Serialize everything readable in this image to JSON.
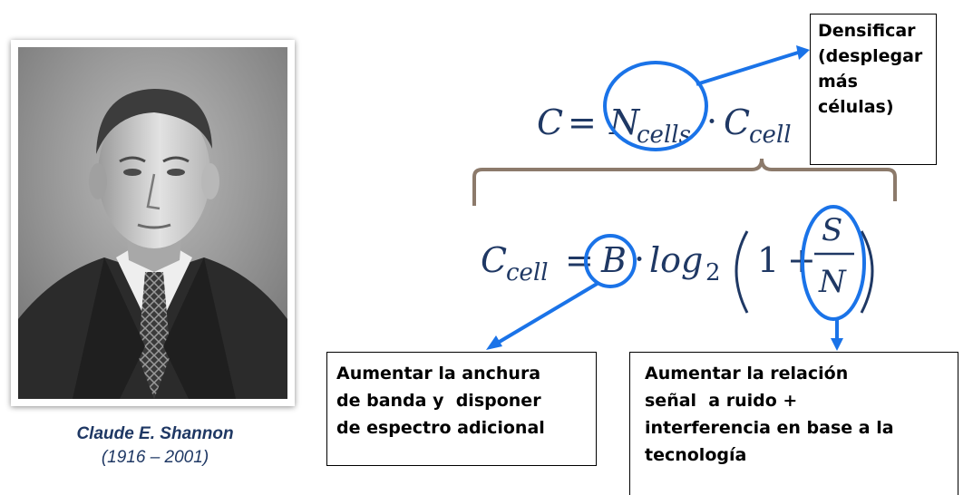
{
  "photo": {
    "caption_name": "Claude E. Shannon",
    "caption_years": "(1916 – 2001)"
  },
  "formula_top": {
    "lhs": "C",
    "equals": "=",
    "n": "N",
    "n_sub": "cells",
    "dot": "·",
    "c": "C",
    "c_sub": "cell"
  },
  "formula_bottom": {
    "c": "C",
    "c_sub": "cell",
    "equals": "=",
    "b": "B",
    "dot": "·",
    "log": "log",
    "log_sub": "2",
    "one": "1",
    "plus": "+",
    "s": "S",
    "n": "N"
  },
  "boxes": {
    "densify": [
      "Densificar",
      "(desplegar",
      "más",
      "células)"
    ],
    "bandwidth": [
      "Aumentar la anchura",
      "de banda y  disponer",
      "de espectro adicional"
    ],
    "snr": [
      "Aumentar la relación",
      "señal  a ruido +",
      "interferencia en base a la",
      "tecnología"
    ]
  },
  "colors": {
    "accent": "#1a73e8",
    "math_text": "#1f3864",
    "brace": "#8c7a6b",
    "caption": "#1f3864"
  }
}
